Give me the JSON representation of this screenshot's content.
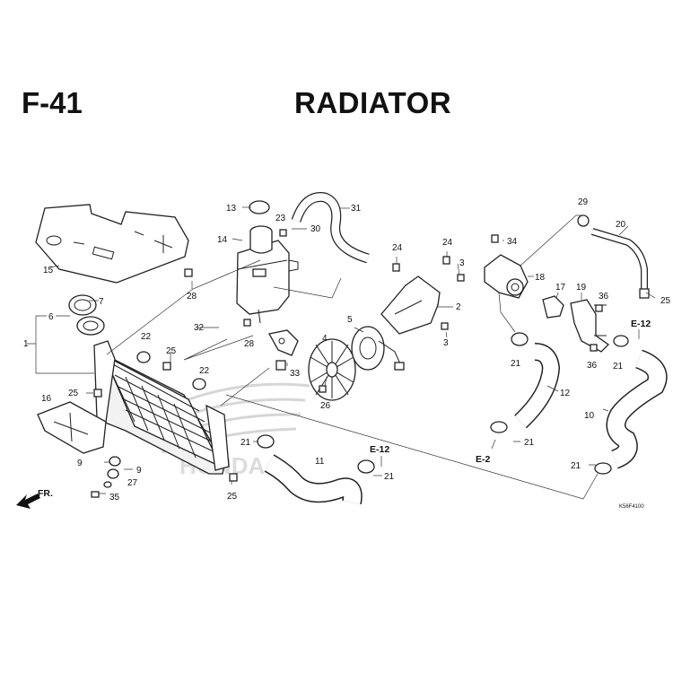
{
  "header": {
    "code": "F-41",
    "title": "RADIATOR"
  },
  "callouts": [
    "1",
    "2",
    "3",
    "3",
    "4",
    "5",
    "6",
    "7",
    "9",
    "9",
    "10",
    "11",
    "12",
    "13",
    "14",
    "15",
    "16",
    "17",
    "18",
    "19",
    "20",
    "21",
    "21",
    "21",
    "21",
    "21",
    "21",
    "22",
    "22",
    "23",
    "24",
    "24",
    "25",
    "25",
    "25",
    "25",
    "26",
    "27",
    "28",
    "28",
    "29",
    "30",
    "31",
    "32",
    "33",
    "34",
    "35",
    "36",
    "36"
  ],
  "references": [
    "E-12",
    "E-12",
    "E-2"
  ],
  "front_marker": "FR.",
  "diagram_code": "K56F4100",
  "watermark": "HONDA"
}
